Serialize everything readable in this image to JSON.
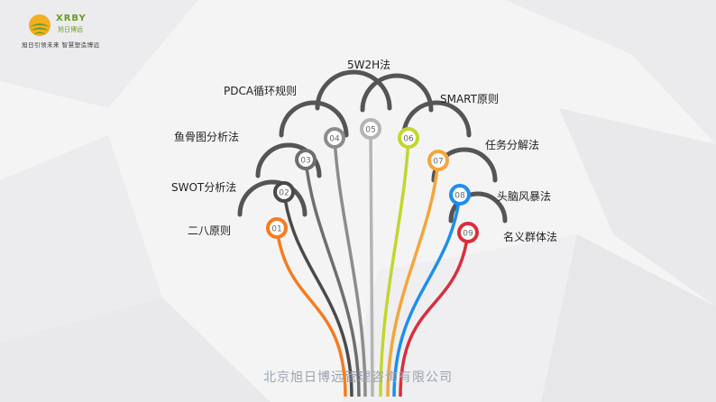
{
  "brand": {
    "name": "XRBY",
    "cn_name": "旭日博远",
    "slogan": "旭日引领未来  智慧塑造博远"
  },
  "methods": [
    {
      "num": "01",
      "label": "二八原则",
      "color": "#f47c20"
    },
    {
      "num": "02",
      "label": "SWOT分析法",
      "color": "#4a4a4a"
    },
    {
      "num": "03",
      "label": "鱼骨图分析法",
      "color": "#6e6e6e"
    },
    {
      "num": "04",
      "label": "PDCA循环规则",
      "color": "#8c8c8c"
    },
    {
      "num": "05",
      "label": "5W2H法",
      "color": "#b4b4b4"
    },
    {
      "num": "06",
      "label": "SMART原则",
      "color": "#c2d62e"
    },
    {
      "num": "07",
      "label": "任务分解法",
      "color": "#f6a53a"
    },
    {
      "num": "08",
      "label": "头脑风暴法",
      "color": "#1e8ef0"
    },
    {
      "num": "09",
      "label": "名义群体法",
      "color": "#d92f3e"
    }
  ],
  "footer": "北京旭日博远管理咨询有限公司",
  "cloud_outline_color": "#555555"
}
